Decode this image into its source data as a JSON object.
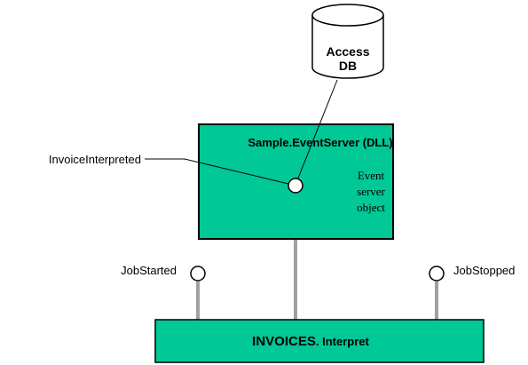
{
  "database": {
    "label_line1": "Access",
    "label_line2": "DB"
  },
  "event_server": {
    "title": "Sample.EventServer (DLL)",
    "object_line1": "Event",
    "object_line2": "server",
    "object_line3": "object"
  },
  "interfaces": {
    "invoice_interpreted": "InvoiceInterpreted",
    "job_started": "JobStarted",
    "job_stopped": "JobStopped"
  },
  "invoices": {
    "label_bold": "INVOICES",
    "label_rest": ". Interpret"
  },
  "colors": {
    "box_fill": "#00c896",
    "stroke": "#000000",
    "connector": "#a0a0a0"
  }
}
